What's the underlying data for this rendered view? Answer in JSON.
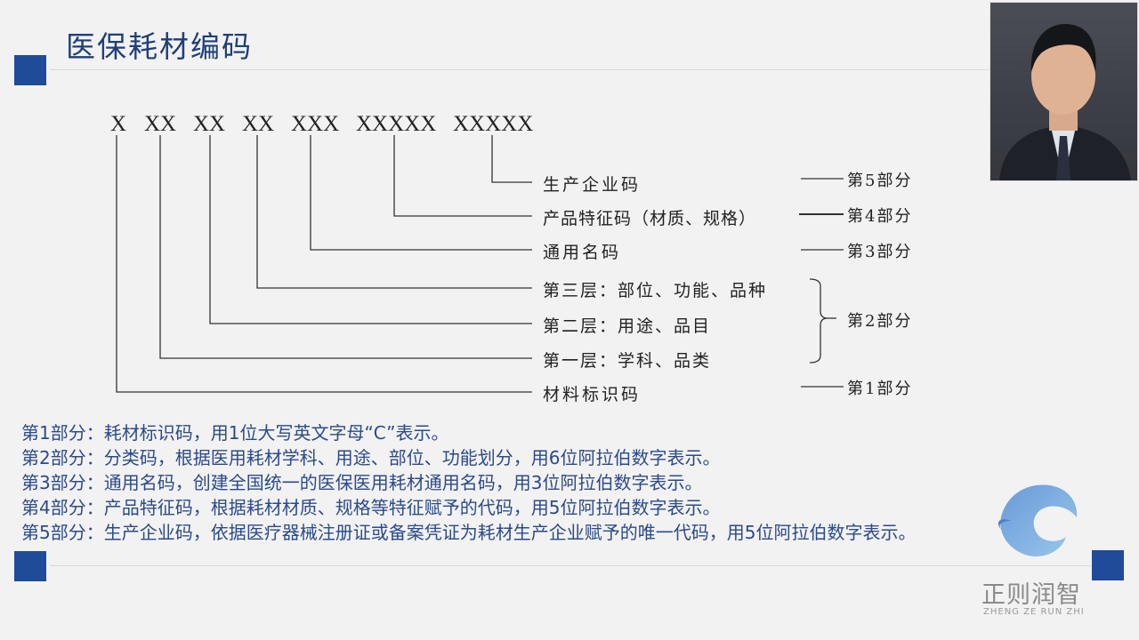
{
  "slide": {
    "title": "医保耗材编码",
    "accent_color": "#1f4b99",
    "text_color": "#2b4a8b"
  },
  "diagram": {
    "code_segments": [
      "X",
      "XX",
      "XX",
      "XX",
      "XXX",
      "XXXXX",
      "XXXXX"
    ],
    "labels": [
      {
        "text": "生产企业码",
        "part": "第5部分"
      },
      {
        "text": "产品特征码（材质、规格）",
        "part": "第4部分"
      },
      {
        "text": "通用名码",
        "part": "第3部分"
      },
      {
        "text": "第三层：部位、功能、品种",
        "part": ""
      },
      {
        "text": "第二层：用途、品目",
        "part": "第2部分"
      },
      {
        "text": "第一层：学科、品类",
        "part": ""
      },
      {
        "text": "材料标识码",
        "part": "第1部分"
      }
    ]
  },
  "descriptions": [
    "第1部分：耗材标识码，用1位大写英文字母“C”表示。",
    "第2部分：分类码，根据医用耗材学科、用途、部位、功能划分，用6位阿拉伯数字表示。",
    "第3部分：通用名码，创建全国统一的医保医用耗材通用名码，用3位阿拉伯数字表示。",
    "第4部分：产品特征码，根据耗材材质、规格等特征赋予的代码，用5位阿拉伯数字表示。",
    "第5部分：生产企业码，依据医疗器械注册证或备案凭证为耗材生产企业赋予的唯一代码，用5位阿拉伯数字表示。"
  ],
  "logo": {
    "name": "正则润智",
    "subtitle": "ZHENG ZE RUN ZHI"
  },
  "presenter": {
    "icon": "presenter-photo"
  }
}
